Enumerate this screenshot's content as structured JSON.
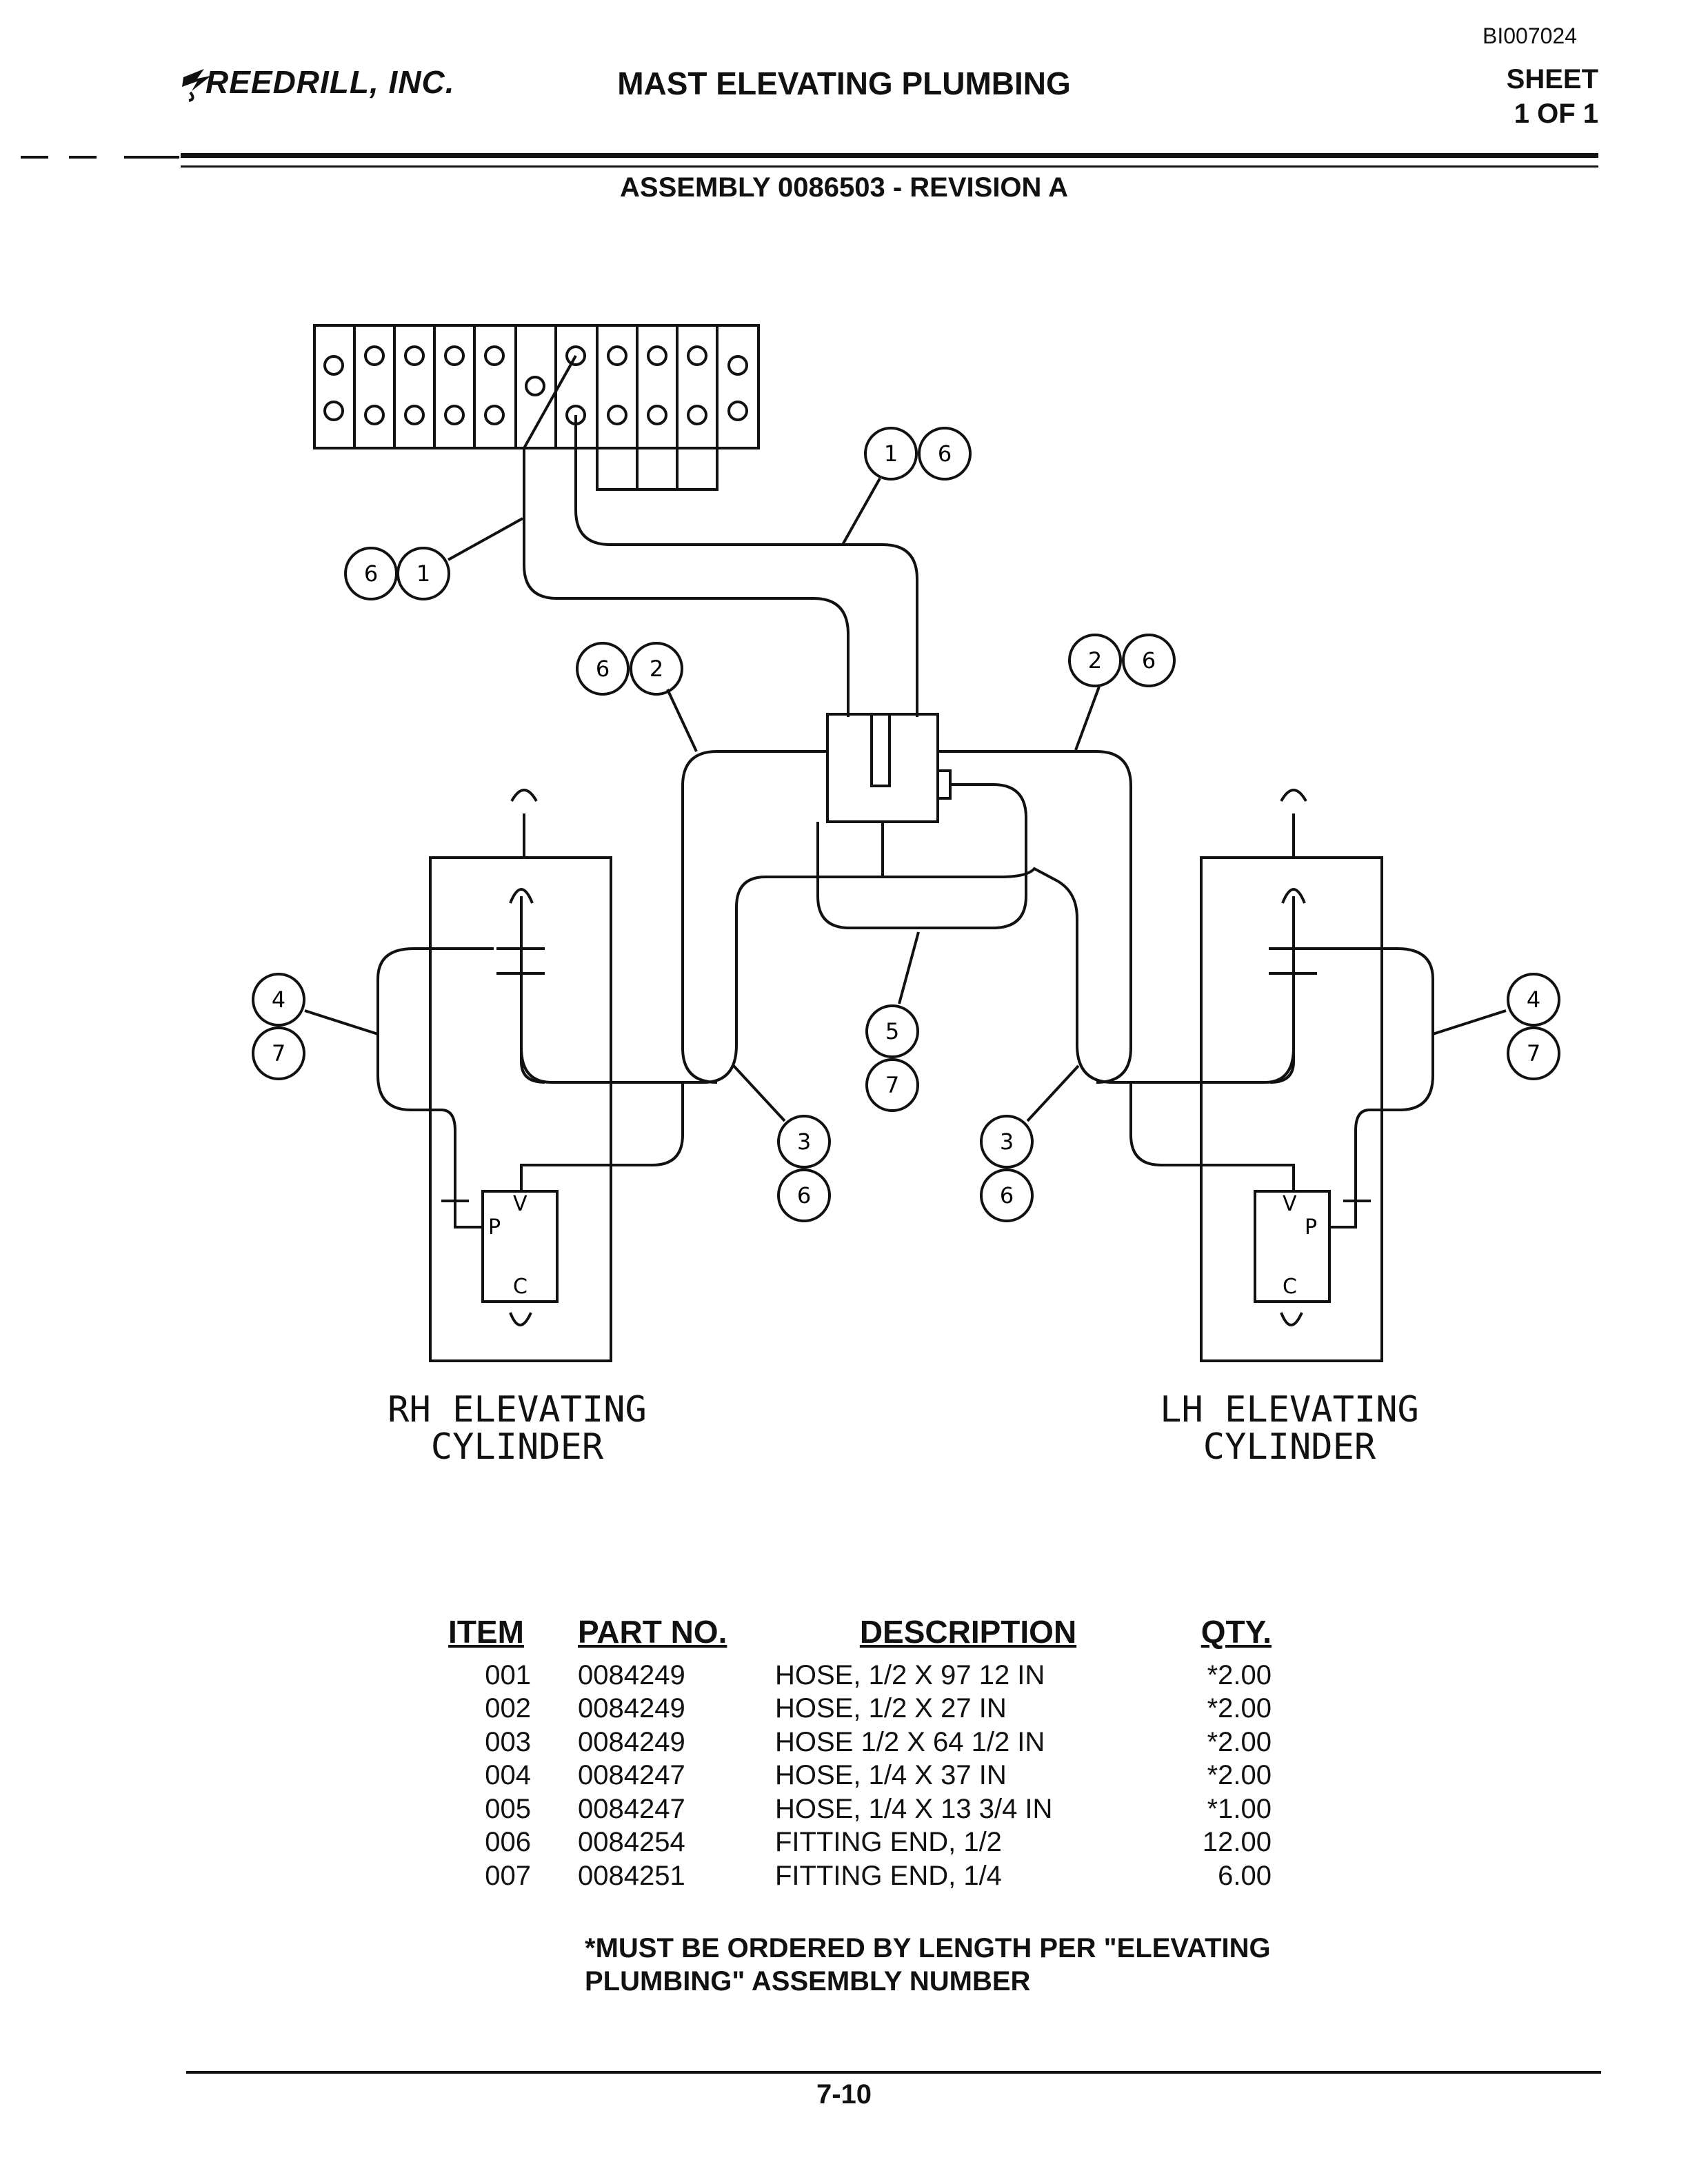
{
  "header": {
    "doc_id": "BI007024",
    "company": "REEDRILL, INC.",
    "title": "MAST ELEVATING PLUMBING",
    "sheet_label": "SHEET",
    "sheet_count": "1 OF 1",
    "assembly": "ASSEMBLY 0086503 - REVISION A"
  },
  "diagram": {
    "callouts": [
      "1",
      "2",
      "3",
      "4",
      "5",
      "6",
      "7"
    ],
    "port_labels": [
      "P",
      "V",
      "C"
    ],
    "rh_label_line1": "RH ELEVATING",
    "rh_label_line2": "CYLINDER",
    "lh_label_line1": "LH ELEVATING",
    "lh_label_line2": "CYLINDER"
  },
  "parts_table": {
    "headers": {
      "item": "ITEM",
      "part": "PART NO.",
      "desc": "DESCRIPTION",
      "qty": "QTY."
    },
    "rows": [
      {
        "item": "001",
        "part": "0084249",
        "desc": "HOSE, 1/2 X 97 12 IN",
        "qty": "*2.00"
      },
      {
        "item": "002",
        "part": "0084249",
        "desc": "HOSE, 1/2 X 27 IN",
        "qty": "*2.00"
      },
      {
        "item": "003",
        "part": "0084249",
        "desc": "HOSE 1/2 X 64 1/2 IN",
        "qty": "*2.00"
      },
      {
        "item": "004",
        "part": "0084247",
        "desc": "HOSE, 1/4 X 37 IN",
        "qty": "*2.00"
      },
      {
        "item": "005",
        "part": "0084247",
        "desc": "HOSE, 1/4 X 13 3/4 IN",
        "qty": "*1.00"
      },
      {
        "item": "006",
        "part": "0084254",
        "desc": "FITTING END, 1/2",
        "qty": "12.00"
      },
      {
        "item": "007",
        "part": "0084251",
        "desc": "FITTING END, 1/4",
        "qty": "6.00"
      }
    ],
    "note_line1": "*MUST BE ORDERED BY LENGTH PER \"ELEVATING",
    "note_line2": "PLUMBING\" ASSEMBLY NUMBER"
  },
  "footer": {
    "page": "7-10"
  }
}
